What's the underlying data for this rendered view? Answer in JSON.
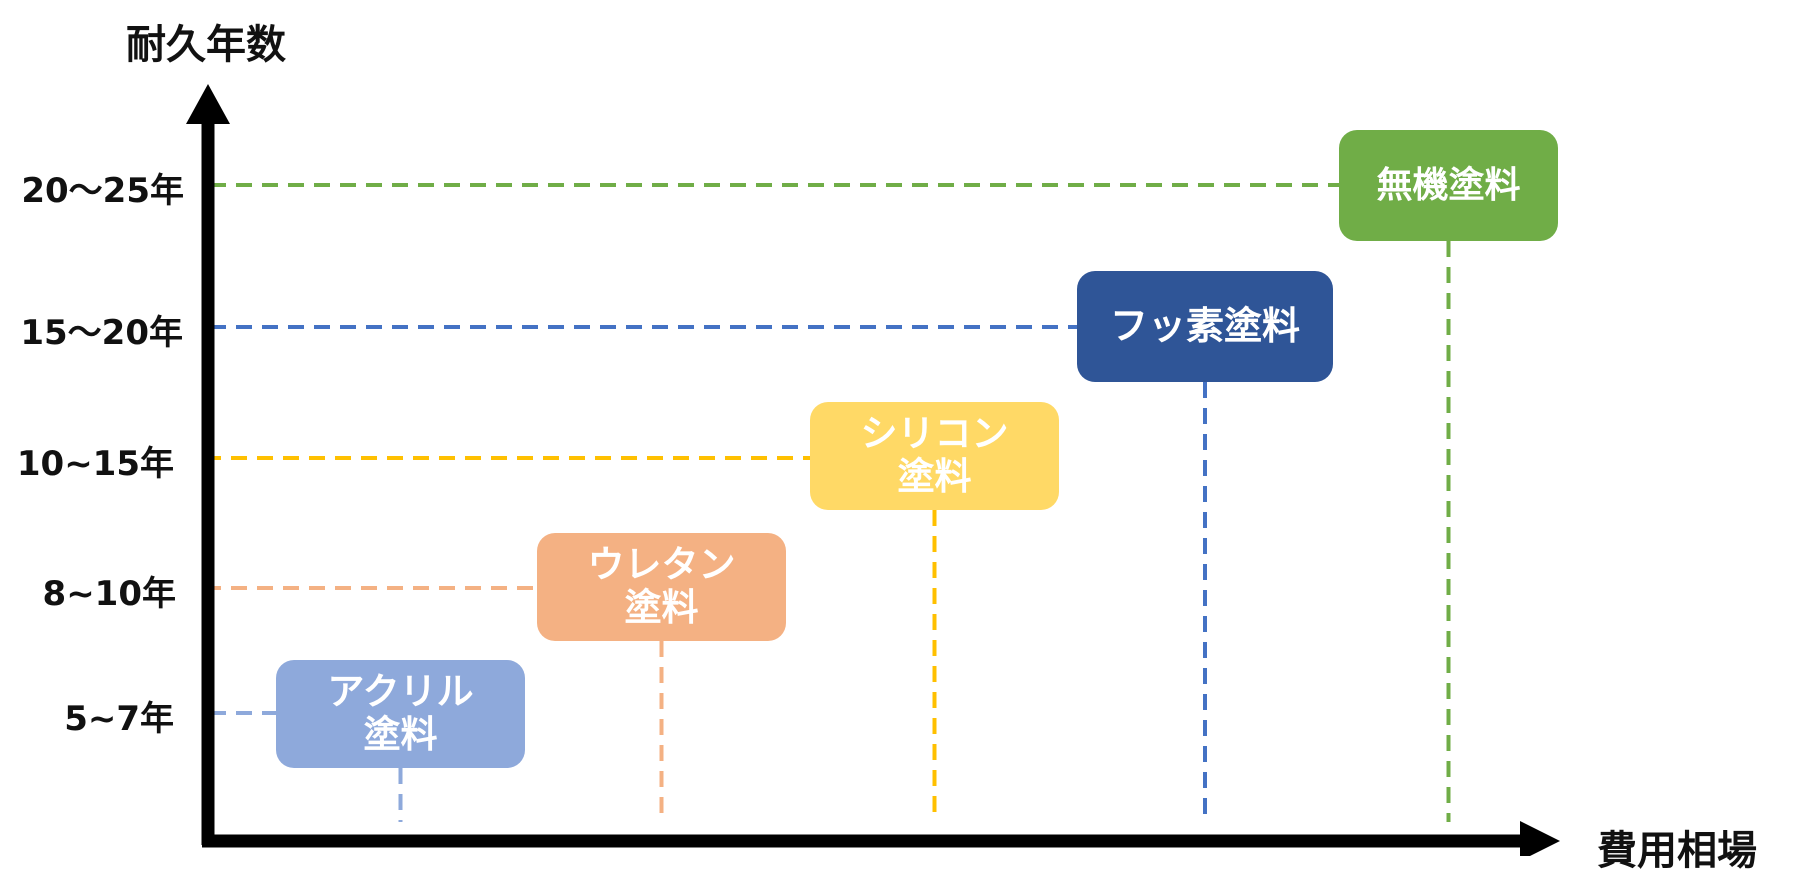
{
  "axes": {
    "y_title": "耐久年数",
    "x_title": "費用相場"
  },
  "levels": [
    {
      "label": "5~7年"
    },
    {
      "label": "8~10年"
    },
    {
      "label": "10~15年"
    },
    {
      "label": "15～20年"
    },
    {
      "label": "20～25年"
    }
  ],
  "paints": [
    {
      "line1": "アクリル",
      "line2": "塗料",
      "color": "#8EA9DB",
      "level_index": 0,
      "cost_rank": 1
    },
    {
      "line1": "ウレタン",
      "line2": "塗料",
      "color": "#F4B183",
      "level_index": 1,
      "cost_rank": 2
    },
    {
      "line1": "シリコン",
      "line2": "塗料",
      "color": "#FFD966",
      "level_index": 2,
      "cost_rank": 3
    },
    {
      "line1": "フッ素塗料",
      "line2": "",
      "color": "#2F5597",
      "level_index": 3,
      "cost_rank": 4
    },
    {
      "line1": "無機塗料",
      "line2": "",
      "color": "#70AD47",
      "level_index": 4,
      "cost_rank": 5
    }
  ],
  "guide_colors": [
    "#8EA9DB",
    "#F4B183",
    "#FFC000",
    "#4472C4",
    "#70AD47"
  ]
}
